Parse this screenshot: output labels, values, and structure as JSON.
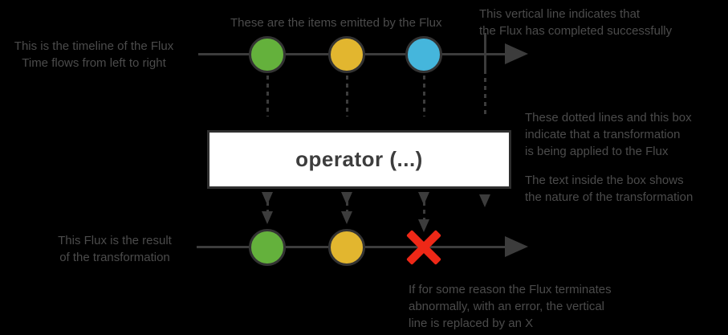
{
  "colors": {
    "background": "#000000",
    "line": "#3c3c3c",
    "text": "#4b4b4b",
    "marble-border": "#333333",
    "marble-green": "#64b13c",
    "marble-yellow": "#e2b62f",
    "marble-blue": "#45b6dc",
    "error-red": "#ee2817",
    "box-bg": "#ffffff",
    "box-border": "#2f2f2f",
    "operator-text": "#3d3d3d"
  },
  "operator": {
    "label": "operator (...)"
  },
  "annotations": {
    "timeline_note": "This is the timeline of the Flux\nTime flows from left to right",
    "items_note": "These are the items emitted by the Flux",
    "complete_note": "This vertical line indicates that\nthe Flux has completed successfully",
    "transform_note": "These dotted lines and this box\nindicate that a transformation\nis being applied to the Flux",
    "box_text_note": "The text inside the box shows\nthe nature of the transformation",
    "result_note": "This Flux is the result\nof the transformation",
    "error_note": "If for some reason the Flux terminates\nabnormally, with an error, the vertical\nline is replaced by an X"
  },
  "marbles": {
    "source": [
      "green",
      "yellow",
      "blue"
    ],
    "result": [
      "green",
      "yellow",
      "error"
    ]
  }
}
